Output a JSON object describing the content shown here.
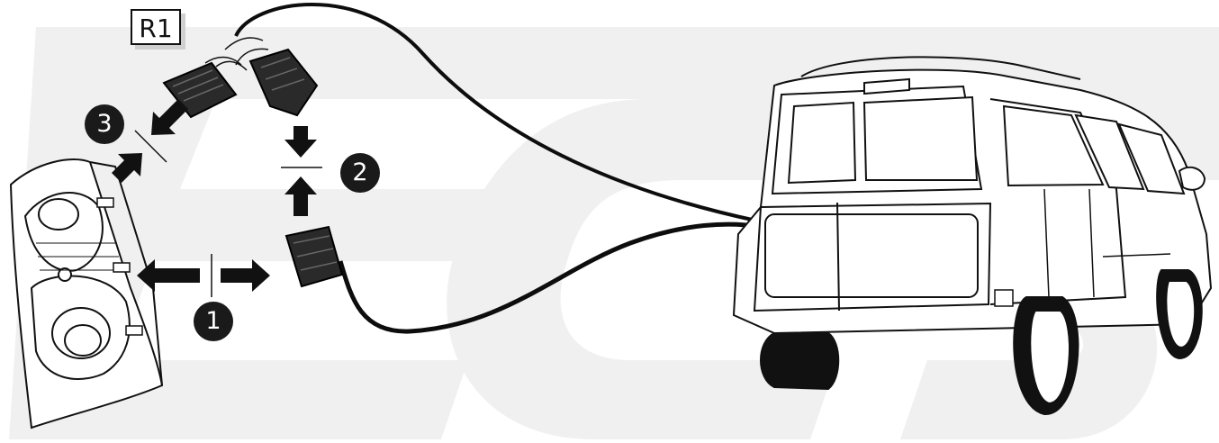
{
  "reference_label": "R1",
  "steps": [
    {
      "number": "1",
      "action": "disconnect-connector"
    },
    {
      "number": "2",
      "action": "join-connectors"
    },
    {
      "number": "3",
      "action": "join-connectors"
    }
  ],
  "colors": {
    "background": "#ffffff",
    "watermark": "#f0f0f0",
    "line_art": "#111111",
    "connector": "#2a2a2a",
    "cable": "#0d0d0d",
    "badge": "#1a1a1a"
  },
  "icons": [
    "tail-light-icon",
    "connector-icon",
    "arrow-icon",
    "car-icon",
    "watermark-logo"
  ]
}
